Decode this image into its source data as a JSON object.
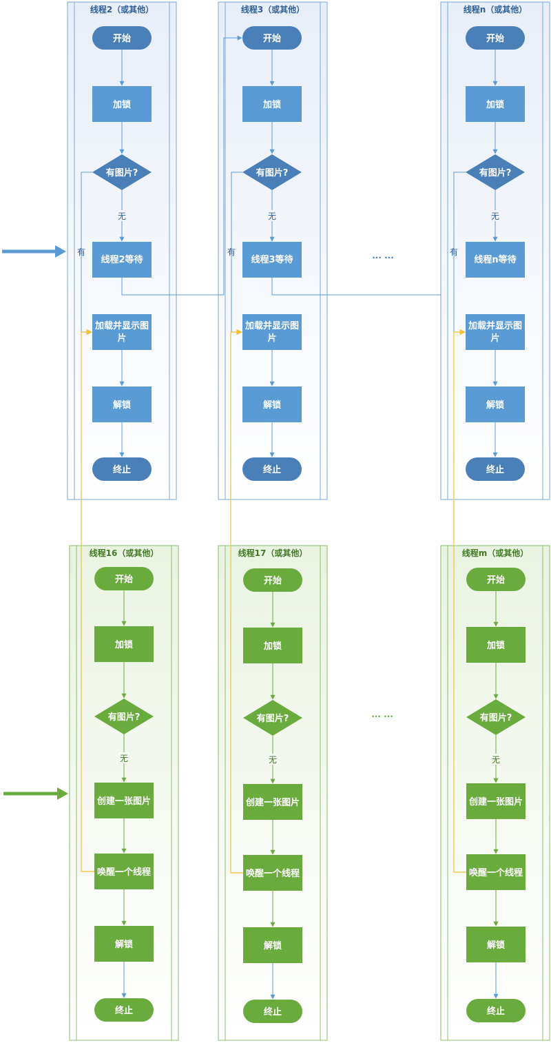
{
  "colors": {
    "blue_fill": "#5b9bd5",
    "blue_dark": "#4a80b7",
    "blue_border": "#7aa6d6",
    "blue_text": "#2e5f97",
    "green_fill": "#6aab3e",
    "green_border": "#8dbd6a",
    "green_text": "#3f7a22",
    "orange_line": "#f2c231"
  },
  "common": {
    "start": "开始",
    "lock": "加锁",
    "has_image": "有图片?",
    "no_label": "无",
    "yes_label": "有",
    "load_show": "加载并显示图片",
    "unlock": "解锁",
    "end": "终止",
    "create_image": "创建一张图片",
    "wake_thread": "唤醒一个线程",
    "ellipsis": "··· ···"
  },
  "consumers": [
    {
      "title": "线程2（或其他）",
      "wait_label": "线程2等待"
    },
    {
      "title": "线程3（或其他）",
      "wait_label": "线程3等待"
    },
    {
      "title": "线程n（或其他）",
      "wait_label": "线程n等待"
    }
  ],
  "producers": [
    {
      "title": "线程16（或其他）"
    },
    {
      "title": "线程17（或其他）"
    },
    {
      "title": "线程m（或其他）"
    }
  ]
}
